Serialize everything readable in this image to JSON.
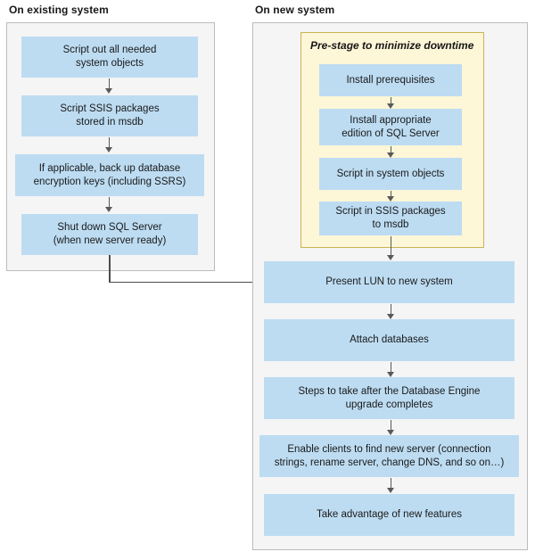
{
  "diagram": {
    "title_existing": "On existing system",
    "title_new": "On new system",
    "prestage_label": "Pre-stage to minimize downtime",
    "colors": {
      "node_fill": "#bddcf2",
      "panel_fill": "#f5f5f5",
      "panel_border": "#bcbcbc",
      "prestage_fill": "#fdf6d7",
      "prestage_border": "#c9b458",
      "arrow": "#595959",
      "text": "#1a1a1a"
    }
  },
  "existing_system": {
    "steps": [
      {
        "line1": "Script out all needed",
        "line2": "system objects"
      },
      {
        "line1": "Script SSIS packages",
        "line2": "stored in msdb"
      },
      {
        "line1": "If applicable, back up database",
        "line2": "encryption keys (including SSRS)"
      },
      {
        "line1": "Shut down SQL Server",
        "line2": "(when new server ready)"
      }
    ]
  },
  "new_system": {
    "prestage_steps": [
      {
        "line1": "Install prerequisites",
        "line2": ""
      },
      {
        "line1": "Install appropriate",
        "line2": "edition of SQL Server"
      },
      {
        "line1": "Script in system objects",
        "line2": ""
      },
      {
        "line1": "Script in SSIS packages",
        "line2": "to msdb"
      }
    ],
    "main_steps": [
      {
        "line1": "Present LUN to new system",
        "line2": ""
      },
      {
        "line1": "Attach databases",
        "line2": ""
      },
      {
        "line1": "Steps to take after the Database Engine",
        "line2": "upgrade completes"
      },
      {
        "line1": "Enable clients to find new server (connection",
        "line2": "strings, rename server, change DNS, and so on…)"
      },
      {
        "line1": "Take advantage of new features",
        "line2": ""
      }
    ]
  }
}
